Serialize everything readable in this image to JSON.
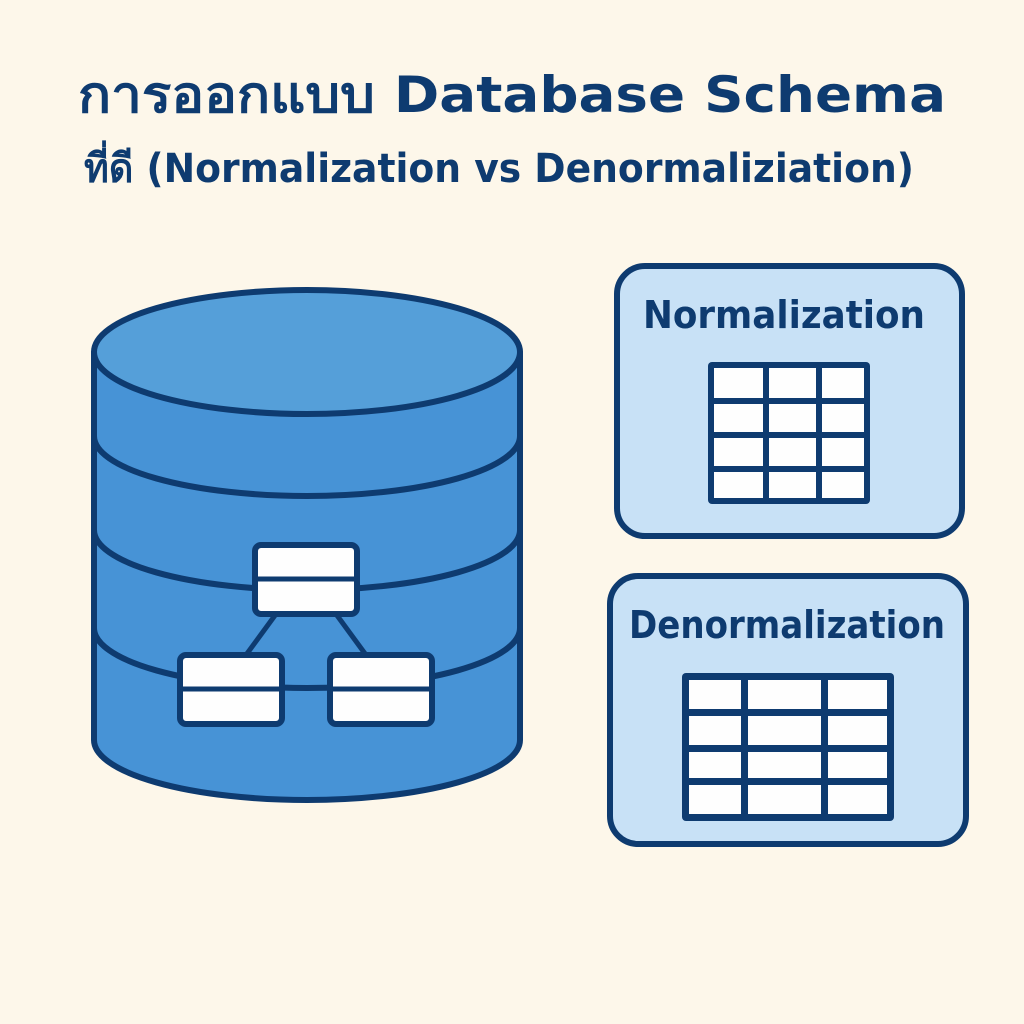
{
  "title": {
    "line1": "การออกแบบ Database Schema",
    "line2": "ที่ดี (Normalization vs Denormaliziation)"
  },
  "panels": {
    "normalization": {
      "label": "Normalization"
    },
    "denormalization": {
      "label": "Denormalization"
    }
  },
  "colors": {
    "background": "#fdf7ea",
    "navy": "#0e3b70",
    "cylinder_top": "#559fd9",
    "cylinder_body": "#4793d6",
    "panel_fill": "#c8e1f6",
    "cell_fill": "#fefefe"
  },
  "icons": {
    "database": "database-cylinder-icon",
    "schema": "schema-tree-icon",
    "normalized_table": "grid-3x4-icon",
    "denormalized_table": "wide-grid-3x4-icon"
  }
}
